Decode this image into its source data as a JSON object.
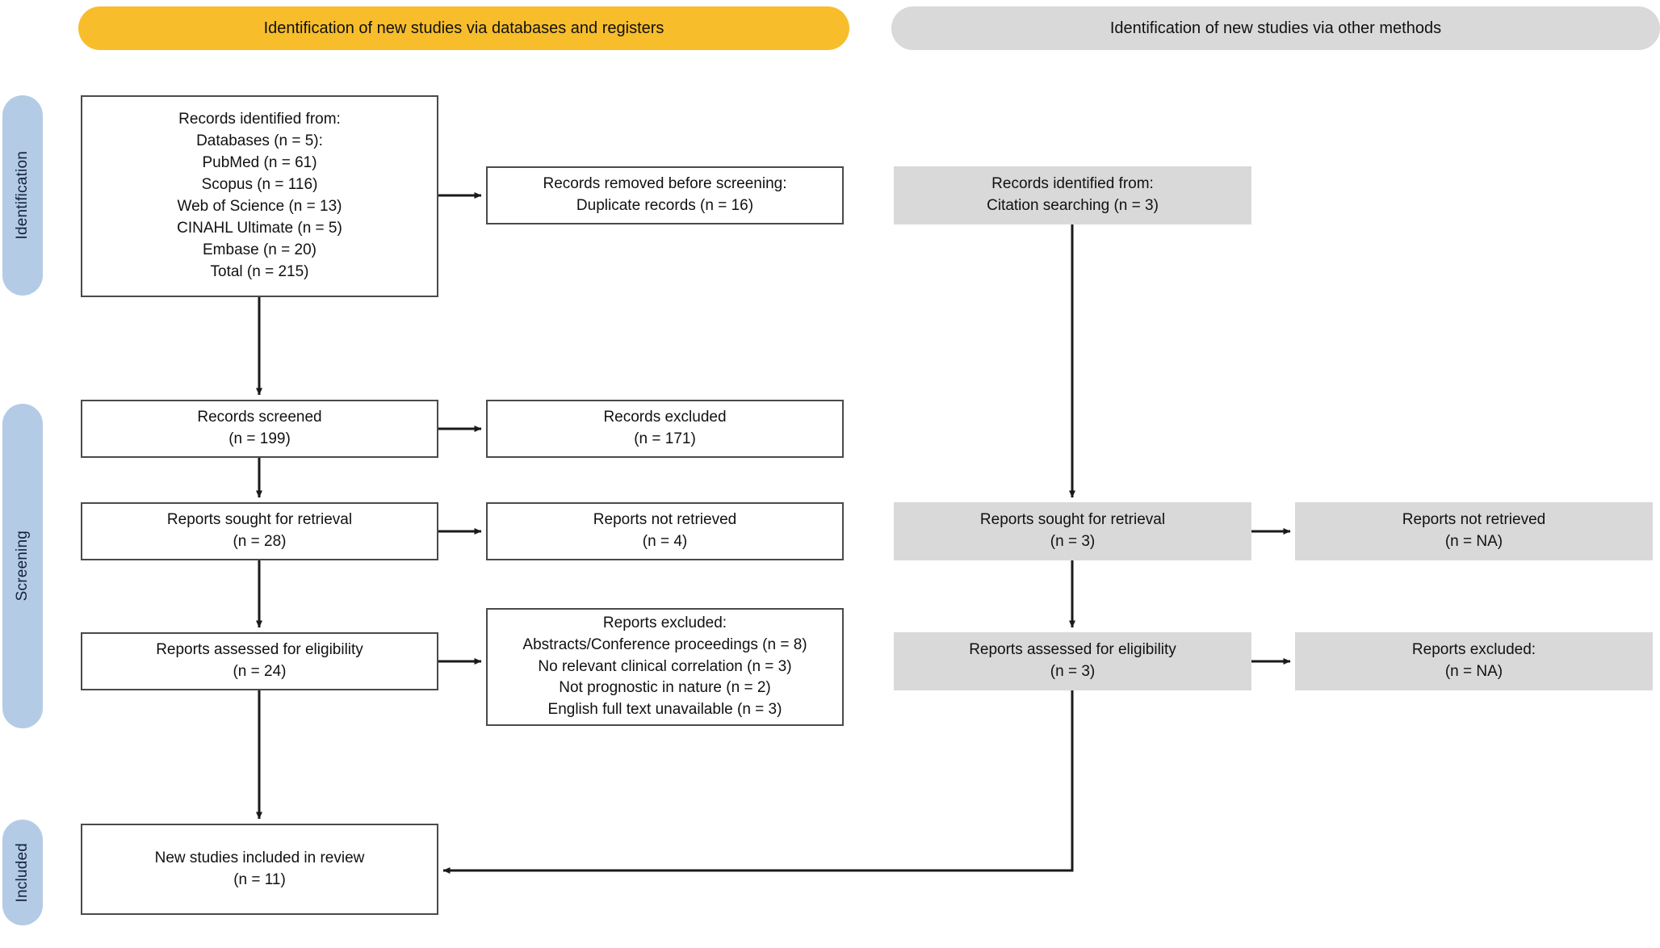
{
  "diagram": {
    "type": "prisma-flow-diagram",
    "title_left": "Identification of new studies via databases and registers",
    "title_right": "Identification of new studies via other methods",
    "colors": {
      "banner_databases": "#f7bd2b",
      "banner_other": "#d9d9d9",
      "stage_label": "#b4cbe5",
      "box_gray": "#d9d9d9",
      "box_border": "#4a4a4a",
      "arrow": "#1a1a1a"
    }
  },
  "stages": {
    "identification": "Identification",
    "screening": "Screening",
    "included": "Included"
  },
  "databases_column": {
    "identified": {
      "lines": [
        "Records identified from:",
        "Databases (n = 5):",
        "PubMed (n = 61)",
        "Scopus (n = 116)",
        "Web of Science (n = 13)",
        "CINAHL Ultimate (n = 5)",
        "Embase (n = 20)",
        "Total (n = 215)"
      ]
    },
    "removed": {
      "lines": [
        "Records removed before screening:",
        "Duplicate records (n = 16)"
      ]
    },
    "screened": {
      "lines": [
        "Records screened",
        "(n = 199)"
      ]
    },
    "records_excluded": {
      "lines": [
        "Records excluded",
        "(n = 171)"
      ]
    },
    "sought_for_retrieval": {
      "lines": [
        "Reports sought for retrieval",
        "(n = 28)"
      ]
    },
    "not_retrieved": {
      "lines": [
        "Reports not retrieved",
        "(n = 4)"
      ]
    },
    "assessed_for_eligibility": {
      "lines": [
        "Reports assessed for eligibility",
        "(n = 24)"
      ]
    },
    "reports_excluded": {
      "lines": [
        "Reports excluded:",
        "Abstracts/Conference proceedings (n = 8)",
        "No relevant clinical correlation (n = 3)",
        "Not prognostic in nature (n = 2)",
        "English full text unavailable (n = 3)"
      ]
    }
  },
  "other_methods_column": {
    "identified": {
      "lines": [
        "Records identified from:",
        "Citation searching (n = 3)"
      ]
    },
    "sought_for_retrieval": {
      "lines": [
        "Reports sought for retrieval",
        "(n = 3)"
      ]
    },
    "not_retrieved": {
      "lines": [
        "Reports not retrieved",
        "(n = NA)"
      ]
    },
    "assessed_for_eligibility": {
      "lines": [
        "Reports assessed for eligibility",
        "(n = 3)"
      ]
    },
    "reports_excluded": {
      "lines": [
        "Reports excluded:",
        "(n = NA)"
      ]
    }
  },
  "included_box": {
    "lines": [
      "New studies included in review",
      "(n = 11)"
    ]
  },
  "chart_data": {
    "type": "table",
    "title": "PRISMA 2020 flow of new studies",
    "nodes": [
      {
        "id": "db_identified",
        "column": "databases",
        "stage": "Identification",
        "label": "Records identified from databases",
        "n": 215
      },
      {
        "id": "db_pubmed",
        "column": "databases",
        "stage": "Identification",
        "label": "PubMed",
        "n": 61
      },
      {
        "id": "db_scopus",
        "column": "databases",
        "stage": "Identification",
        "label": "Scopus",
        "n": 116
      },
      {
        "id": "db_wos",
        "column": "databases",
        "stage": "Identification",
        "label": "Web of Science",
        "n": 13
      },
      {
        "id": "db_cinahl",
        "column": "databases",
        "stage": "Identification",
        "label": "CINAHL Ultimate",
        "n": 5
      },
      {
        "id": "db_embase",
        "column": "databases",
        "stage": "Identification",
        "label": "Embase",
        "n": 20
      },
      {
        "id": "db_removed",
        "column": "databases",
        "stage": "Identification",
        "label": "Duplicate records removed",
        "n": 16
      },
      {
        "id": "db_screened",
        "column": "databases",
        "stage": "Screening",
        "label": "Records screened",
        "n": 199
      },
      {
        "id": "db_excluded",
        "column": "databases",
        "stage": "Screening",
        "label": "Records excluded",
        "n": 171
      },
      {
        "id": "db_sought",
        "column": "databases",
        "stage": "Screening",
        "label": "Reports sought for retrieval",
        "n": 28
      },
      {
        "id": "db_notretrieved",
        "column": "databases",
        "stage": "Screening",
        "label": "Reports not retrieved",
        "n": 4
      },
      {
        "id": "db_assessed",
        "column": "databases",
        "stage": "Screening",
        "label": "Reports assessed for eligibility",
        "n": 24
      },
      {
        "id": "db_exc_abstract",
        "column": "databases",
        "stage": "Screening",
        "label": "Excluded: Abstracts/Conference proceedings",
        "n": 8
      },
      {
        "id": "db_exc_clinical",
        "column": "databases",
        "stage": "Screening",
        "label": "Excluded: No relevant clinical correlation",
        "n": 3
      },
      {
        "id": "db_exc_prog",
        "column": "databases",
        "stage": "Screening",
        "label": "Excluded: Not prognostic in nature",
        "n": 2
      },
      {
        "id": "db_exc_english",
        "column": "databases",
        "stage": "Screening",
        "label": "Excluded: English full text unavailable",
        "n": 3
      },
      {
        "id": "ot_identified",
        "column": "other",
        "stage": "Identification",
        "label": "Citation searching",
        "n": 3
      },
      {
        "id": "ot_sought",
        "column": "other",
        "stage": "Screening",
        "label": "Reports sought for retrieval",
        "n": 3
      },
      {
        "id": "ot_notretrieved",
        "column": "other",
        "stage": "Screening",
        "label": "Reports not retrieved",
        "n": "NA"
      },
      {
        "id": "ot_assessed",
        "column": "other",
        "stage": "Screening",
        "label": "Reports assessed for eligibility",
        "n": 3
      },
      {
        "id": "ot_excluded",
        "column": "other",
        "stage": "Screening",
        "label": "Reports excluded",
        "n": "NA"
      },
      {
        "id": "included",
        "column": "both",
        "stage": "Included",
        "label": "New studies included in review",
        "n": 11
      }
    ]
  }
}
